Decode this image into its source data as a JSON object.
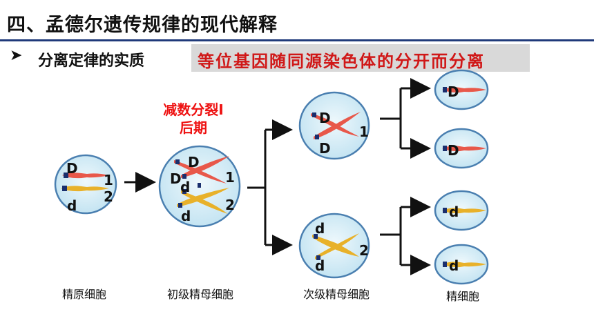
{
  "title": "四、孟德尔遗传规律的现代解释",
  "subtitle": "分离定律的实质",
  "bullet_symbol": "➤",
  "highlight": "等位基因随同源染色体的分开而分离",
  "phase_label_line1": "减数分裂Ⅰ",
  "phase_label_line2": "后期",
  "captions": {
    "spermatogonium": "精原细胞",
    "primary": "初级精母细胞",
    "secondary": "次级精母细胞",
    "sperm": "精细胞"
  },
  "genes": {
    "dominant": "D",
    "recessive": "d"
  },
  "chromosome_numbers": {
    "one": "1",
    "two": "2"
  },
  "colors": {
    "cell_fill": "#d6eef7",
    "cell_stroke": "#4a7fb0",
    "chrom_red": "#e8584a",
    "chrom_yellow": "#e8b12a",
    "band_dark": "#1a2f6e",
    "highlight_text": "#d01818",
    "phase_text": "#ee1111"
  }
}
